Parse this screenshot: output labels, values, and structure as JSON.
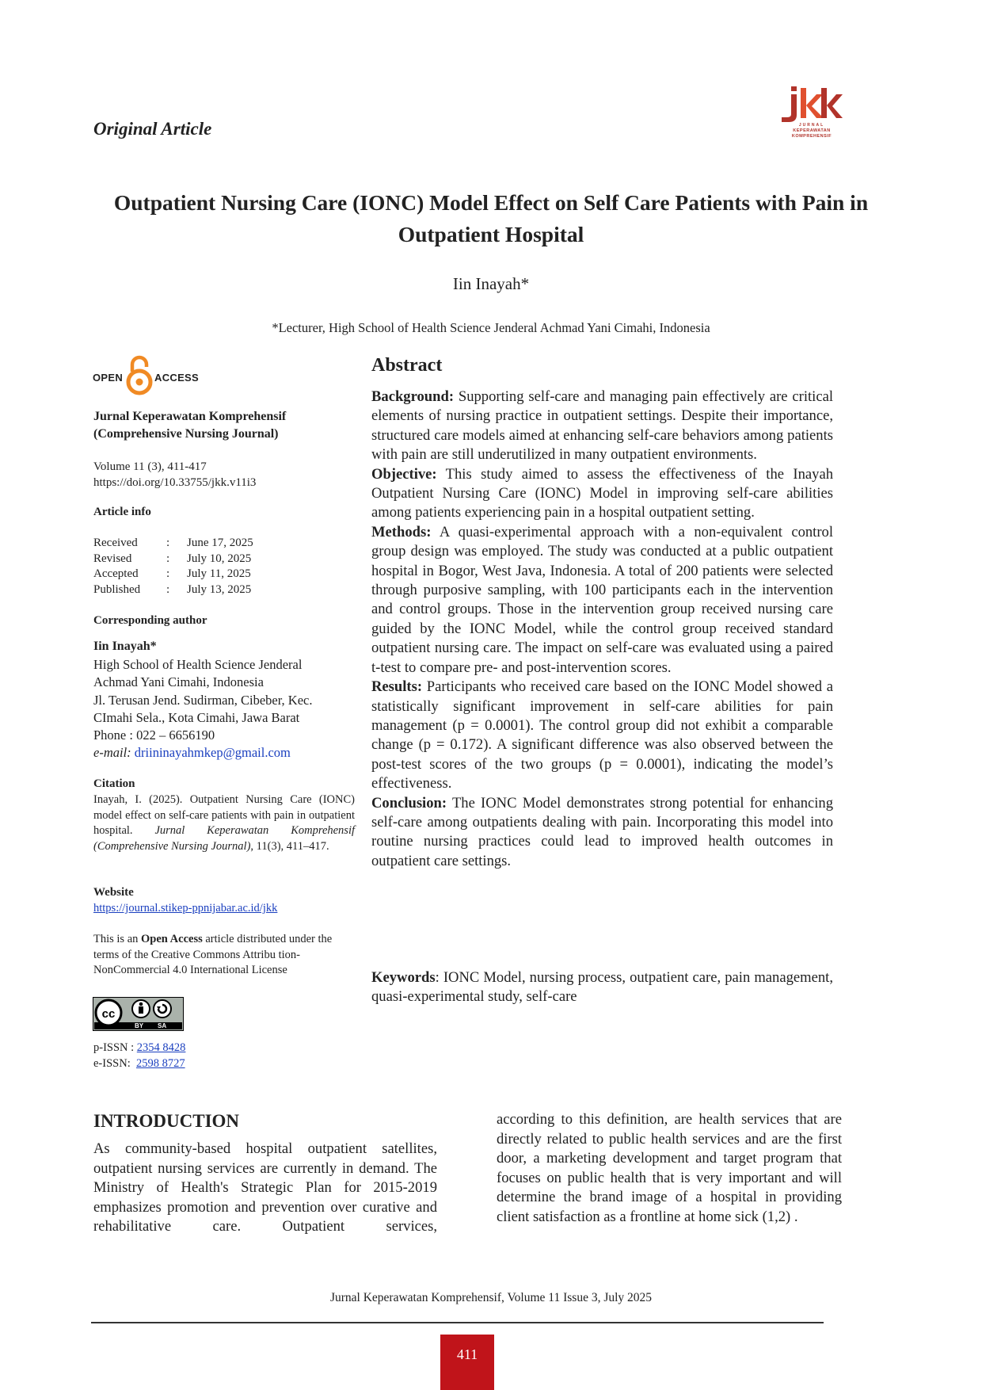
{
  "header": {
    "article_type": "Original Article",
    "logo": {
      "mark": "jkk",
      "line1": "JURNAL",
      "line2": "KEPERAWATAN",
      "line3": "KOMPREHENSIF",
      "color": "#b1332a"
    }
  },
  "title": "Outpatient Nursing Care (IONC) Model Effect on Self Care Patients with Pain in Outpatient Hospital",
  "author": "Iin Inayah*",
  "affiliation": "*Lecturer, High School of Health Science Jenderal Achmad Yani Cimahi, Indonesia",
  "sidebar": {
    "open_access": {
      "left": "OPEN",
      "right": "ACCESS",
      "icon": "open-access-lock-icon",
      "color": "#f08a24"
    },
    "journal_name_line1": "Jurnal Keperawatan Komprehensif",
    "journal_name_line2": "(Comprehensive Nursing Journal)",
    "volume": "Volume 11 (3), 411-417",
    "doi": "https://doi.org/10.33755/jkk.v11i3",
    "article_info_heading": "Article info",
    "dates": [
      {
        "label": "Received",
        "sep": ":",
        "value": "June 17, 2025"
      },
      {
        "label": "Revised",
        "sep": ":",
        "value": "July 10, 2025"
      },
      {
        "label": "Accepted",
        "sep": ":",
        "value": "July 11, 2025"
      },
      {
        "label": "Published",
        "sep": ":",
        "value": "July 13, 2025"
      }
    ],
    "corresponding_heading": "Corresponding author",
    "corresponding_name": "Iin Inayah*",
    "corresponding_lines": [
      "High School of Health Science Jenderal",
      "Achmad Yani Cimahi, Indonesia",
      "Jl. Terusan Jend. Sudirman, Cibeber, Kec.",
      "CImahi Sela., Kota Cimahi, Jawa Barat",
      "Phone : 022 – 6656190"
    ],
    "email_label": "e-mail:",
    "email": "driininayahmkep@gmail.com",
    "citation_heading": "Citation",
    "citation_plain": "Inayah, I. (2025). Outpatient Nursing Care (IONC) model effect on self-care patients with pain in outpatient hospital.",
    "citation_italic": "Jurnal Keperawatan Komprehensif (Comprehensive Nursing Journal)",
    "citation_tail": ", 11(3), 411–417.",
    "website_heading": "Website",
    "website_url": "https://journal.stikep-ppnijabar.ac.id/jkk",
    "license_pre": "This is an",
    "license_bold": "Open Access",
    "license_post": "article distributed under the terms of the Creative Commons Attribu tion-NonCommercial 4.0 International License",
    "cc_badge": {
      "icon": "cc-by-sa-icon",
      "by": "BY",
      "sa": "SA"
    },
    "pissn_label": "p-ISSN :",
    "pissn": "2354 8428",
    "eissn_label": "e-ISSN:",
    "eissn": "2598 8727"
  },
  "abstract": {
    "heading": "Abstract",
    "sections": [
      {
        "label": "Background:",
        "text": "Supporting self-care and managing pain effectively are critical elements of nursing practice in outpatient settings. Despite their importance, structured care models aimed at enhancing self-care behaviors among patients with pain are still underutilized in many outpatient environments."
      },
      {
        "label": "Objective:",
        "text": "This study aimed to assess the effectiveness of the Inayah Outpatient Nursing Care (IONC) Model in improving self-care abilities among patients experiencing pain in a hospital outpatient setting."
      },
      {
        "label": "Methods:",
        "text": "A quasi-experimental approach with a non-equivalent control group design was employed. The study was conducted at a public outpatient hospital in Bogor, West Java, Indonesia. A total of 200 patients were selected through purposive sampling, with 100 participants each in the intervention and control groups. Those in the intervention group received nursing care guided by the IONC Model, while the control group received standard outpatient nursing care. The impact on self-care was evaluated using a paired t-test to compare pre- and post-intervention scores."
      },
      {
        "label": "Results:",
        "text": "Participants who received care based on the IONC Model showed a statistically significant improvement in self-care abilities for pain management (p = 0.0001). The control group did not exhibit a comparable change (p = 0.172). A significant difference was also observed between the post-test scores of the two groups (p = 0.0001), indicating the model’s effectiveness."
      },
      {
        "label": "Conclusion:",
        "text": "The IONC Model demonstrates strong potential for enhancing self-care among outpatients dealing with pain. Incorporating this model into routine nursing practices could lead to improved health outcomes in outpatient care settings."
      }
    ],
    "keywords_label": "Keywords",
    "keywords": ": IONC Model, nursing process, outpatient care, pain management, quasi-experimental study, self-care"
  },
  "introduction": {
    "heading": "INTRODUCTION",
    "col1": "As community-based hospital outpatient satellites, outpatient nursing services are currently in demand. The Ministry of Health's Strategic Plan for 2015-2019 emphasizes promotion and prevention over curative and rehabilitative care. Outpatient services,",
    "col2": "according to this definition, are health services that are directly related to public health services and are the first door, a marketing development and target program that focuses on public health that is very important and will determine the brand image of a hospital in providing client satisfaction as a frontline at home sick (1,2) ."
  },
  "footer": {
    "journal_line": "Jurnal Keperawatan Komprehensif, Volume 11 Issue 3, July 2025",
    "page_number": "411",
    "page_color": "#c0141a"
  }
}
